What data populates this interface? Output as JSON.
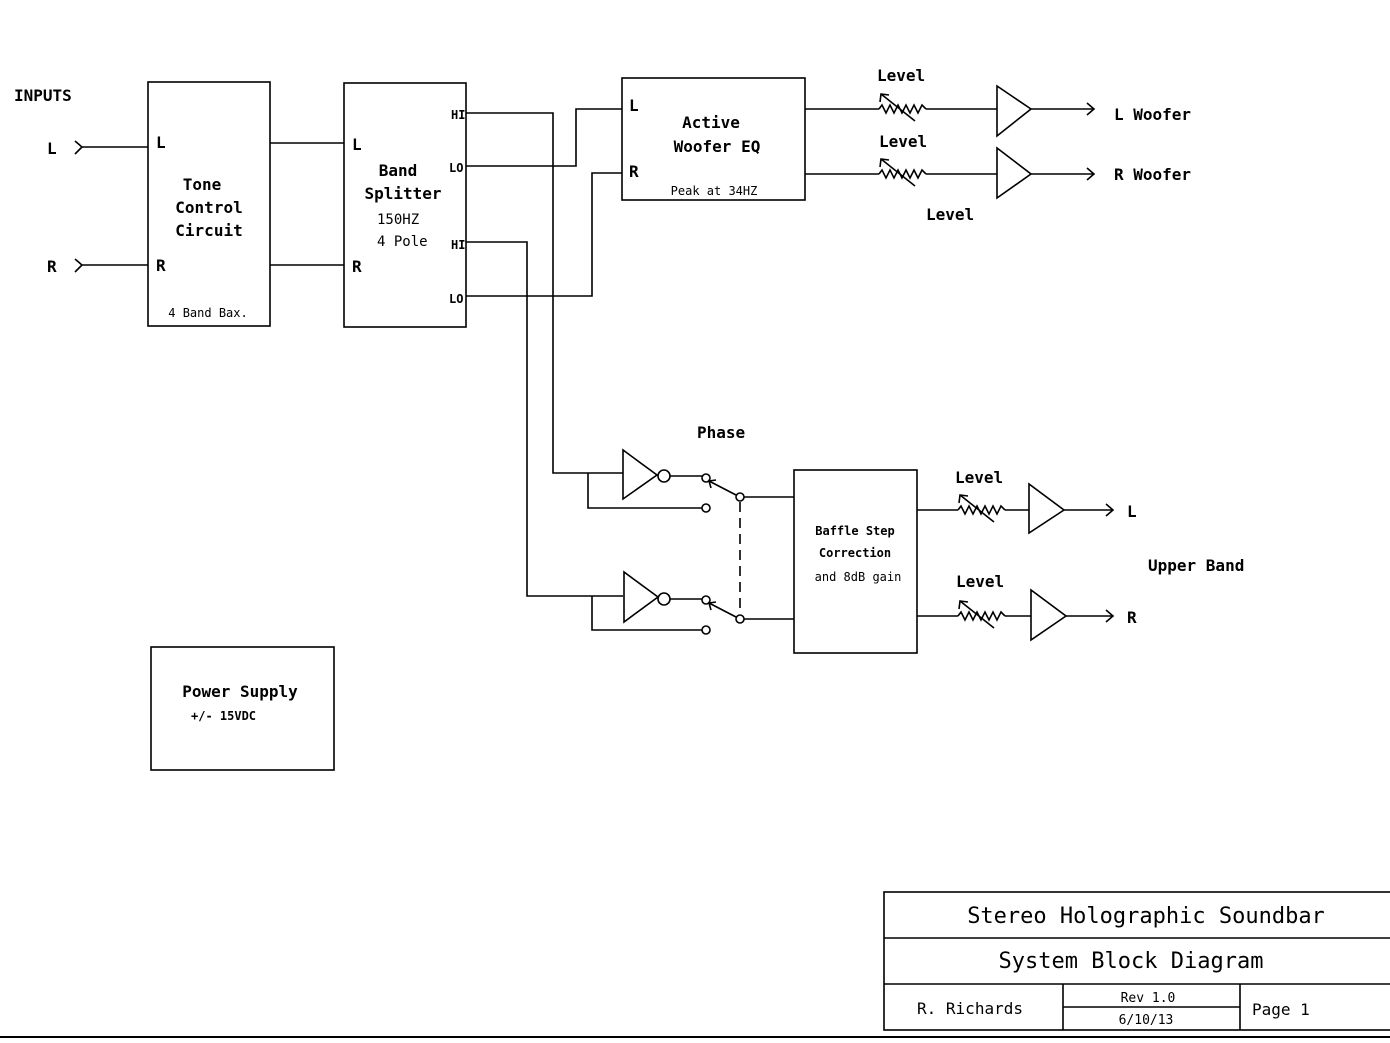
{
  "diagram": {
    "inputs": {
      "heading": "INPUTS",
      "left": "L",
      "right": "R"
    },
    "tone_control": {
      "title_lines": [
        "Tone",
        "Control",
        "Circuit"
      ],
      "note": "4 Band Bax.",
      "port_left": "L",
      "port_right": "R"
    },
    "band_splitter": {
      "title_lines": [
        "Band",
        "Splitter"
      ],
      "spec_lines": [
        "150HZ",
        "4 Pole"
      ],
      "port_left": "L",
      "port_right": "R",
      "outputs": [
        "HI",
        "LO",
        "HI",
        "LO"
      ]
    },
    "woofer_eq": {
      "title_lines": [
        "Active",
        "Woofer EQ"
      ],
      "note": "Peak at 34HZ",
      "port_left": "L",
      "port_right": "R"
    },
    "woofer_chain": {
      "level_labels": [
        "Level",
        "Level",
        "Level"
      ],
      "outputs": [
        "L Woofer",
        "R Woofer"
      ]
    },
    "phase": {
      "label": "Phase"
    },
    "baffle_step": {
      "title_lines": [
        "Baffle Step",
        "Correction",
        "and 8dB gain"
      ]
    },
    "upper_chain": {
      "level_labels": [
        "Level",
        "Level"
      ],
      "outputs": [
        "L",
        "R"
      ],
      "band_label": "Upper Band"
    },
    "power_supply": {
      "title": "Power Supply",
      "spec": "+/- 15VDC"
    }
  },
  "title_block": {
    "project": "Stereo Holographic Soundbar",
    "sheet_title": "System Block Diagram",
    "author": "R. Richards",
    "revision": "Rev 1.0",
    "date": "6/10/13",
    "page": "Page 1"
  }
}
